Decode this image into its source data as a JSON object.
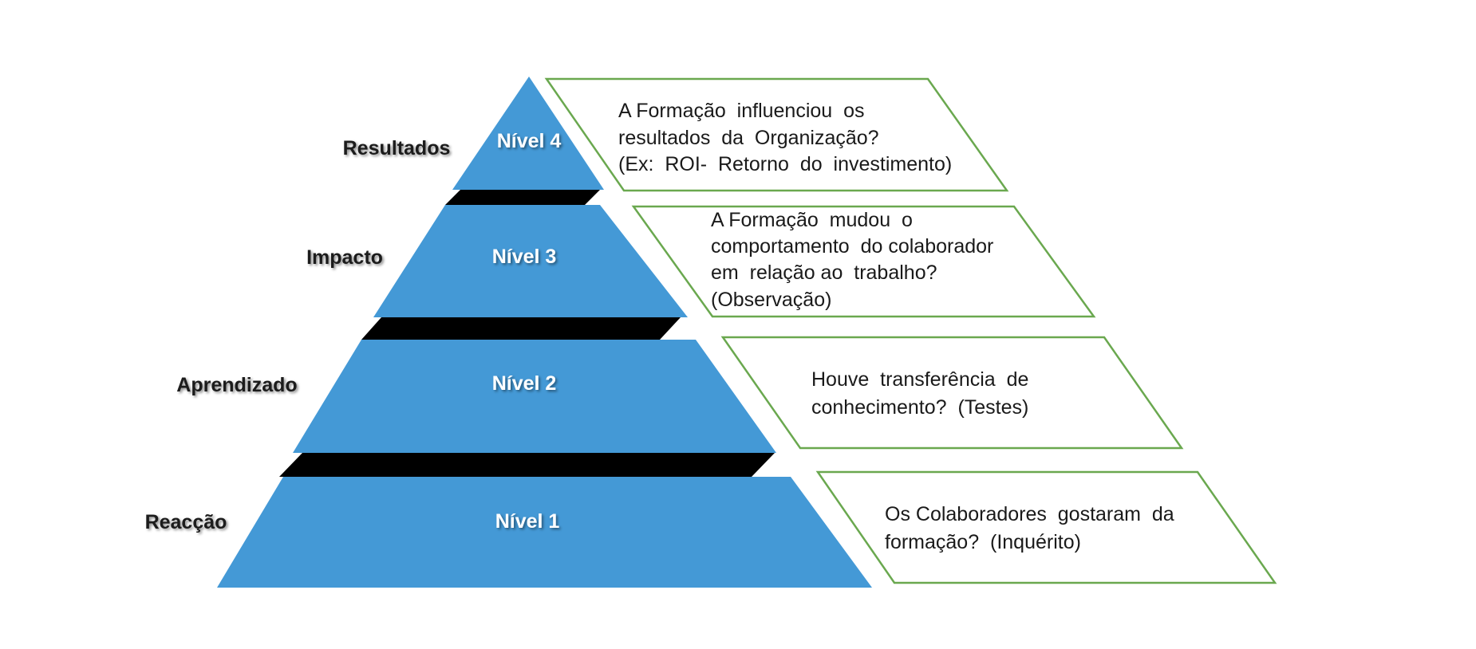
{
  "colors": {
    "pyramid_fill": "#4499d6",
    "separator_fill": "#000000",
    "box_stroke": "#6aa84f",
    "text": "#1a1a1a",
    "level_text": "#ffffff"
  },
  "levels": [
    {
      "name": "Resultados",
      "level": "Nível 4",
      "description": [
        "A Formação  influenciou  os",
        "resultados  da  Organização?",
        "(Ex:  ROI-  Retorno  do  investimento)"
      ]
    },
    {
      "name": "Impacto",
      "level": "Nível 3",
      "description": [
        "A Formação  mudou  o",
        "comportamento  do colaborador",
        "em  relação ao  trabalho?",
        "(Observação)"
      ]
    },
    {
      "name": "Aprendizado",
      "level": "Nível 2",
      "description": [
        "Houve  transferência  de",
        "conhecimento?  (Testes)"
      ]
    },
    {
      "name": "Reacção",
      "level": "Nível 1",
      "description": [
        "Os Colaboradores  gostaram  da",
        "formação?  (Inquérito)"
      ]
    }
  ]
}
